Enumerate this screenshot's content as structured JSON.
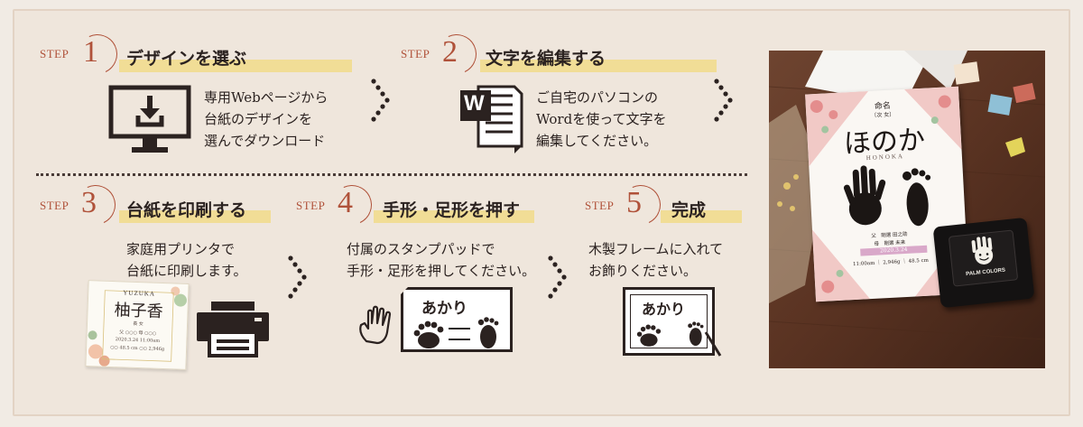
{
  "steps": [
    {
      "word": "STEP",
      "num": "1",
      "title": "デザインを選ぶ",
      "desc": [
        "専用Webページから",
        "台紙のデザインを",
        "選んでダウンロード"
      ]
    },
    {
      "word": "STEP",
      "num": "2",
      "title": "文字を編集する",
      "desc": [
        "ご自宅のパソコンの",
        "Wordを使って文字を",
        "編集してください。"
      ],
      "icon_letter": "W"
    },
    {
      "word": "STEP",
      "num": "3",
      "title": "台紙を印刷する",
      "desc": [
        "家庭用プリンタで",
        "台紙に印刷します。"
      ]
    },
    {
      "word": "STEP",
      "num": "4",
      "title": "手形・足形を押す",
      "desc": [
        "付属のスタンプパッドで",
        "手形・足形を押してください。"
      ],
      "card_name": "あかり"
    },
    {
      "word": "STEP",
      "num": "5",
      "title": "完成",
      "desc": [
        "木製フレームに入れて",
        "お飾りください。"
      ],
      "card_name": "あかり"
    }
  ],
  "sample_card": {
    "reading": "YUZUKA",
    "name": "柚子香",
    "small_lines": [
      "長 女",
      "父 ○○○ 母 ○○○",
      "2020.3.24  11:00am",
      "○○ 48.5 cm  ○○ 2,946g"
    ]
  },
  "photo": {
    "heading": "命名",
    "subheading": "〔次 女〕",
    "name": "ほのか",
    "reading": "HONOKA",
    "parents": [
      "父　剛選 田之助",
      "母　剛選 未来"
    ],
    "date_bar": "2020.3.24",
    "stats": "11:00am ｜ 2,946g ｜ 48.5 cm",
    "stamp_brand": "PALM COLORS"
  },
  "colors": {
    "accent": "#b0523a",
    "highlight": "#f1dd96",
    "background": "#efe6dc"
  }
}
